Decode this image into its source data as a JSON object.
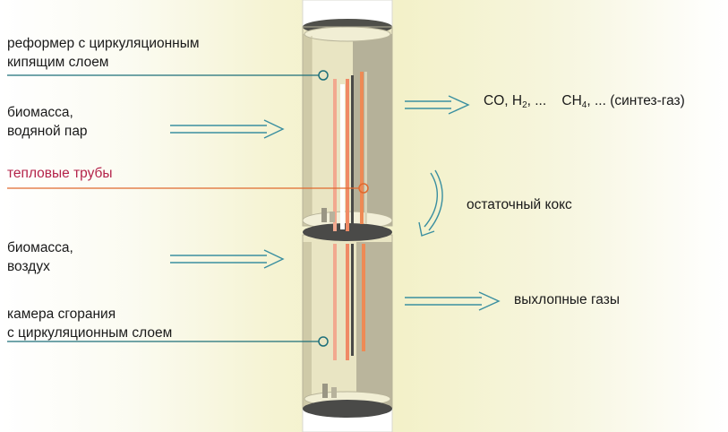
{
  "labels": {
    "reformer": [
      "реформер с циркуляционным",
      "кипящим слоем"
    ],
    "biomass_steam": [
      "биомасса,",
      "водяной пар"
    ],
    "heat_pipes": "тепловые трубы",
    "biomass_air": [
      "биомасса,",
      "воздух"
    ],
    "combustion": [
      "камера сгорания",
      "с циркуляционным слоем"
    ],
    "syngas": {
      "co": "CO, H",
      "co_sub": "2",
      "co_tail": ", ...",
      "ch": "CH",
      "ch_sub": "4",
      "ch_tail": ", ... (синтез-газ)"
    },
    "residual_coke": "остаточный кокс",
    "exhaust": "выхлопные газы"
  },
  "colors": {
    "leader_line": "#1d6f7a",
    "heat_pipe_line": "#e06a2e",
    "heat_pipe_text": "#b4234a",
    "arrow": "#3a8fa0",
    "cylinder_shadow": "#5a5a55",
    "ring_dark": "#4a4a48"
  }
}
